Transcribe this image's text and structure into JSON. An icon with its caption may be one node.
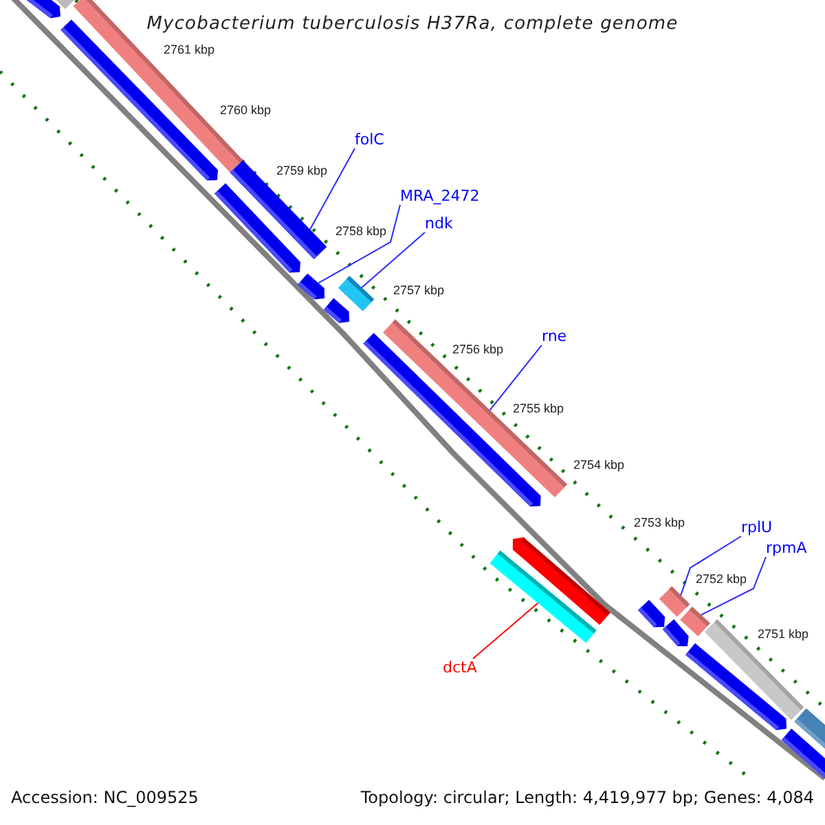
{
  "diagram": {
    "title": "Mycobacterium tuberculosis H37Ra, complete genome",
    "nodes": [
      {
        "text": [
          "folC"
        ]
      },
      {
        "text": [],
        "shape": "bar"
      },
      {
        "text": [
          "MRA_2472"
        ]
      },
      {
        "text": [],
        "shape": "bar"
      },
      {
        "text": [
          "ndk"
        ]
      },
      {
        "text": [],
        "shape": "bar"
      },
      {
        "text": [
          "rne"
        ]
      },
      {
        "text": [],
        "shape": "bar"
      },
      {
        "text": [
          "rplU"
        ]
      },
      {
        "text": [],
        "shape": "bar"
      },
      {
        "text": [
          "rpmA"
        ]
      },
      {
        "text": [],
        "shape": "bar"
      },
      {
        "text": [
          "dctA"
        ]
      },
      {
        "text": [],
        "shape": "bar"
      },
      {
        "text": [],
        "shape": "bar"
      },
      {
        "text": [],
        "shape": "bar"
      },
      {
        "text": [],
        "shape": "bar"
      },
      {
        "text": [],
        "shape": "bar"
      },
      {
        "text": [],
        "shape": "bar"
      },
      {
        "text": [],
        "shape": "bar"
      },
      {
        "text": [],
        "shape": "bar"
      },
      {
        "text": [],
        "shape": "bar"
      },
      {
        "text": [],
        "shape": "bar"
      },
      {
        "text": [],
        "shape": "bar"
      },
      {
        "text": [],
        "shape": "bar"
      },
      {
        "text": [],
        "shape": "bar"
      },
      {
        "text": [],
        "shape": "bar"
      },
      {
        "text": [],
        "shape": "bar"
      }
    ],
    "edges": [
      {
        "from": 0,
        "to": 1,
        "arrow": "none"
      },
      {
        "from": 2,
        "to": 3,
        "arrow": "none"
      },
      {
        "from": 4,
        "to": 5,
        "arrow": "none"
      },
      {
        "from": 6,
        "to": 7,
        "arrow": "none"
      },
      {
        "from": 8,
        "to": 9,
        "arrow": "none"
      },
      {
        "from": 10,
        "to": 11,
        "arrow": "none"
      },
      {
        "from": 12,
        "to": 13,
        "arrow": "none",
        "color": "#ff0000"
      }
    ],
    "labels": [
      "2761 kbp",
      "2760 kbp",
      "2759 kbp",
      "2758 kbp",
      "2757 kbp",
      "2756 kbp",
      "2755 kbp",
      "2754 kbp",
      "2753 kbp",
      "2752 kbp",
      "2751 kbp",
      "Accession: NC_009525",
      "Topology: circular; Length: 4,419,977 bp; Genes: 4,084"
    ]
  }
}
